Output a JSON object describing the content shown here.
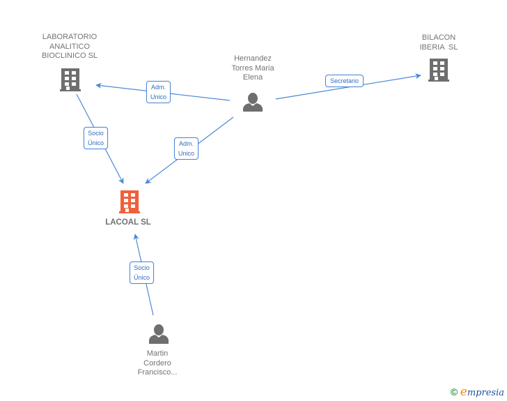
{
  "colors": {
    "edge": "#4a88d6",
    "company_icon": "#6e6e6e",
    "main_company_icon": "#f0603a",
    "person_icon": "#6e6e6e"
  },
  "nodes": {
    "laboratorio": {
      "type": "company",
      "label_lines": [
        "LABORATORIO",
        "ANALITICO",
        "BIOCLINICO SL"
      ]
    },
    "hernandez": {
      "type": "person",
      "label_lines": [
        "Hernandez",
        "Torres Maria",
        "Elena"
      ]
    },
    "bilacon": {
      "type": "company",
      "label_lines": [
        "BILACON",
        "IBERIA  SL"
      ]
    },
    "lacoal": {
      "type": "main-company",
      "label": "LACOAL SL"
    },
    "martin": {
      "type": "person",
      "label_lines": [
        "Martin",
        "Cordero",
        "Francisco..."
      ]
    }
  },
  "edges": [
    {
      "from": "hernandez",
      "to": "laboratorio",
      "label_lines": [
        "Adm.",
        "Unico"
      ]
    },
    {
      "from": "hernandez",
      "to": "bilacon",
      "label_lines": [
        "Secretario"
      ]
    },
    {
      "from": "laboratorio",
      "to": "lacoal",
      "label_lines": [
        "Socio",
        "Único"
      ]
    },
    {
      "from": "hernandez",
      "to": "lacoal",
      "label_lines": [
        "Adm.",
        "Unico"
      ]
    },
    {
      "from": "martin",
      "to": "lacoal",
      "label_lines": [
        "Socio",
        "Único"
      ]
    }
  ],
  "footer": {
    "copyright": "©",
    "brand_initial": "e",
    "brand_rest": "mpresia"
  }
}
